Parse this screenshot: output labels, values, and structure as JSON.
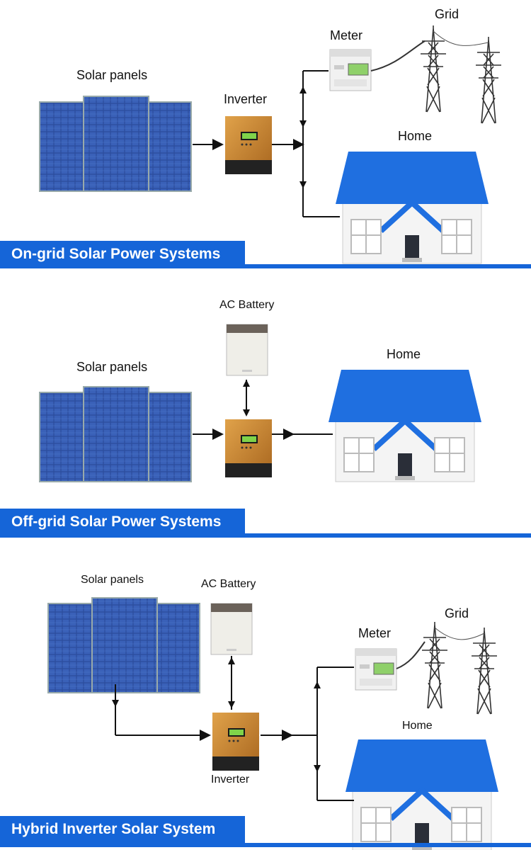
{
  "sections": [
    {
      "title": "On-grid Solar Power Systems",
      "labels": {
        "panels": "Solar panels",
        "inverter": "Inverter",
        "meter": "Meter",
        "grid": "Grid",
        "home": "Home"
      }
    },
    {
      "title": "Off-grid Solar Power Systems",
      "labels": {
        "battery": "AC Battery",
        "panels": "Solar panels",
        "home": "Home"
      }
    },
    {
      "title": "Hybrid Inverter Solar System",
      "labels": {
        "panels": "Solar panels",
        "battery": "AC Battery",
        "meter": "Meter",
        "grid": "Grid",
        "home": "Home",
        "inverter": "Inverter"
      }
    }
  ],
  "colors": {
    "banner": "#1565d8",
    "roof": "#1f6fe0",
    "inverter_body": "#c98a3a",
    "panel": "#2a4a9a"
  }
}
